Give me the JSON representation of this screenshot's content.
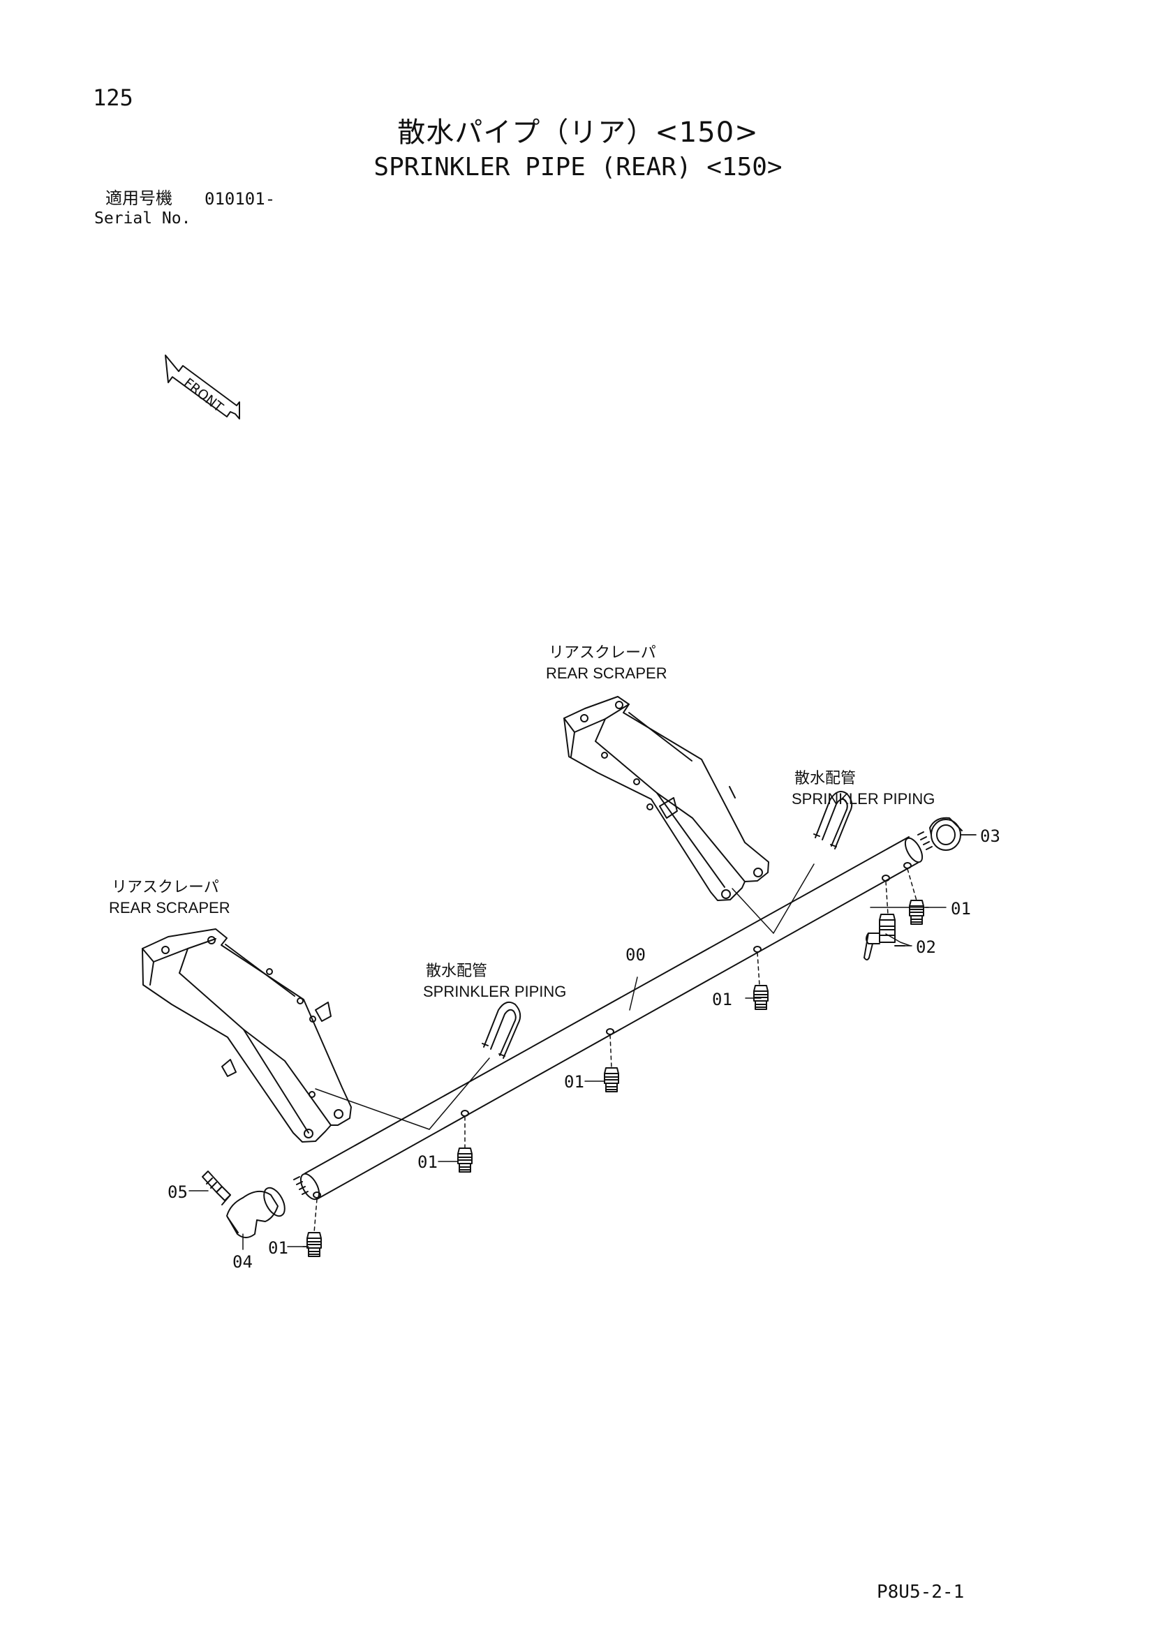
{
  "page_number": "125",
  "title_ja": "散水パイプ（リア）<150>",
  "title_en": "SPRINKLER PIPE (REAR) <150>",
  "serial": {
    "label_ja": "適用号機",
    "number": "010101-",
    "label_en": "Serial No."
  },
  "front_arrow_text": "FRONT",
  "labels": {
    "rear_scraper_right_ja": "リアスクレーパ",
    "rear_scraper_right_en": "REAR SCRAPER",
    "rear_scraper_left_ja": "リアスクレーパ",
    "rear_scraper_left_en": "REAR SCRAPER",
    "sprinkler_piping_right_ja": "散水配管",
    "sprinkler_piping_right_en": "SPRINKLER PIPING",
    "sprinkler_piping_left_ja": "散水配管",
    "sprinkler_piping_left_en": "SPRINKLER PIPING"
  },
  "callouts": {
    "c00": "00",
    "c01_nozzle_right": "01",
    "c01_nozzle_mid_right": "01",
    "c01_nozzle_mid": "01",
    "c01_nozzle_left": "01",
    "c01_nozzle_end": "01",
    "c02": "02",
    "c03": "03",
    "c04": "04",
    "c05": "05"
  },
  "document_code": "P8U5-2-1"
}
